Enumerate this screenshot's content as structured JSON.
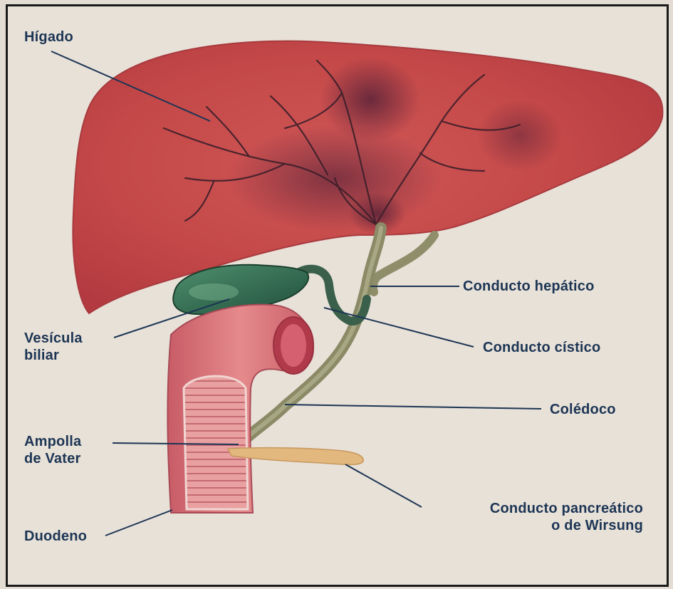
{
  "labels": {
    "higado": "Hígado",
    "conducto_hepatico": "Conducto hepático",
    "vesicula_line1": "Vesícula",
    "vesicula_line2": "biliar",
    "conducto_cistico": "Conducto cístico",
    "coledoco": "Colédoco",
    "ampolla_line1": "Ampolla",
    "ampolla_line2": "de Vater",
    "pancreatico_line1": "Conducto pancreático",
    "pancreatico_line2": "o de Wirsung",
    "duodeno": "Duodeno"
  },
  "colors": {
    "liver": "#c94a4a",
    "liver_dark": "#7a2e3e",
    "gallbladder": "#2f6b52",
    "duct": "#8f8f6a",
    "duodenum": "#d9737a",
    "pancreatic_duct": "#e0b57a",
    "label_text": "#1d3554"
  }
}
